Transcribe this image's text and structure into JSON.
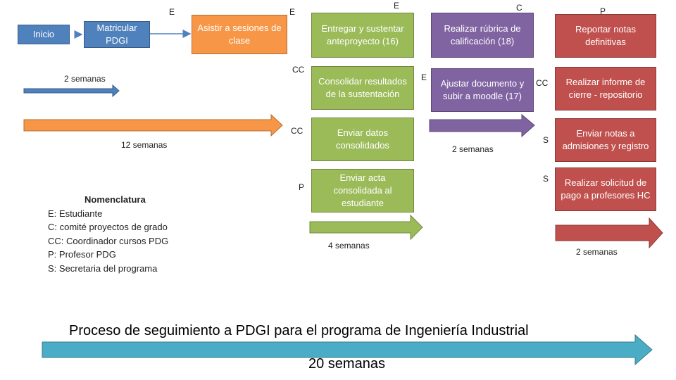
{
  "boxes": {
    "inicio": "Inicio",
    "matricular": "Matricular PDGI",
    "asistir": "Asistir a sesiones de clase",
    "entregar": "Entregar y sustentar anteproyecto (16)",
    "consolidar": "Consolidar resultados de la sustentación",
    "enviar_datos": "Enviar datos consolidados",
    "enviar_acta": "Enviar acta consolidada al estudiante",
    "rubrica": "Realizar rúbrica de calificación  (18)",
    "ajustar": "Ajustar documento y subir a moodle (17)",
    "reportar": "Reportar notas definitivas",
    "informe": "Realizar informe de cierre - repositorio",
    "enviar_notas": "Enviar notas a admisiones y registro",
    "solicitud": "Realizar solicitud de pago  a profesores HC"
  },
  "roles": {
    "matricular": "E",
    "asistir": "E",
    "entregar": "E",
    "consolidar": "CC",
    "enviar_datos": "CC",
    "enviar_acta": "P",
    "rubrica": "C",
    "ajustar": "E",
    "reportar": "P",
    "informe": "CC",
    "enviar_notas": "S",
    "solicitud": "S"
  },
  "durations": {
    "blue": "2 semanas",
    "orange": "12 semanas",
    "green": "4 semanas",
    "purple": "2 semanas",
    "red": "2 semanas"
  },
  "legend": {
    "title": "Nomenclatura",
    "items": [
      "E: Estudiante",
      "C: comité proyectos de grado",
      "CC: Coordinador cursos PDG",
      "P: Profesor PDG",
      "S: Secretaria del programa"
    ]
  },
  "title": "Proceso de seguimiento a PDGI para el programa de Ingeniería Industrial",
  "total_duration": "20 semanas",
  "colors": {
    "blue": "#4f81bd",
    "orange": "#f79646",
    "green": "#9bbb59",
    "purple": "#8064a2",
    "red": "#c0504d",
    "teal": "#4bacc6"
  }
}
